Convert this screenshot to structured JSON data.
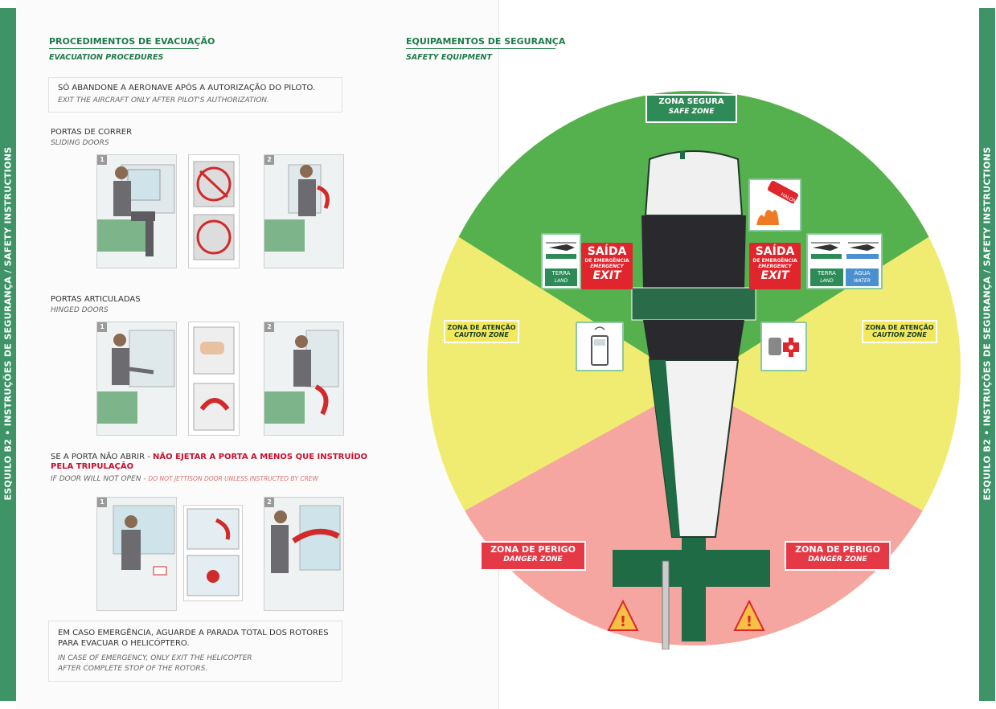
{
  "side_band": "ESQUILO B2 • INSTRUÇÕES DE SEGURANÇA / SAFETY INSTRUCTIONS",
  "left": {
    "title": "PROCEDIMENTOS DE EVACUAÇÃO",
    "subtitle": "EVACUATION PROCEDURES",
    "notice_pt": "SÓ ABANDONE A AERONAVE APÓS A AUTORIZAÇÃO DO PILOTO.",
    "notice_en": "EXIT THE AIRCRAFT ONLY AFTER PILOT'S AUTHORIZATION.",
    "sliding_pt": "PORTAS DE CORRER",
    "sliding_en": "SLIDING DOORS",
    "hinged_pt": "PORTAS ARTICULADAS",
    "hinged_en": "HINGED DOORS",
    "nodoor_pt_a": "SE A PORTA NÃO ABRIR - ",
    "nodoor_pt_b": "NÃO EJETAR A PORTA A MENOS QUE INSTRUÍDO",
    "nodoor_pt_c": "PELA TRIPULAÇÃO",
    "nodoor_en_a": "IF DOOR WILL NOT OPEN - ",
    "nodoor_en_b": "DO NOT JETTISON DOOR UNLESS INSTRUCTED BY CREW",
    "step1": "1",
    "step2": "2",
    "emergency_pt_1": "EM CASO EMERGÊNCIA, AGUARDE A PARADA TOTAL DOS ROTORES",
    "emergency_pt_2": "PARA EVACUAR O HELICÓPTERO.",
    "emergency_en_1": "IN CASE OF EMERGENCY, ONLY EXIT THE HELICOPTER",
    "emergency_en_2": "AFTER COMPLETE STOP OF THE ROTORS."
  },
  "right": {
    "title": "EQUIPAMENTOS DE SEGURANÇA",
    "subtitle": "SAFETY EQUIPMENT",
    "safe_pt": "ZONA SEGURA",
    "safe_en": "SAFE ZONE",
    "caution_pt": "ZONA DE ATENÇÃO",
    "caution_en": "CAUTION ZONE",
    "danger_pt": "ZONA DE PERIGO",
    "danger_en": "DANGER ZONE",
    "exit_pt": "SAÍDA",
    "exit_sub_pt": "DE EMERGÊNCIA",
    "exit_sub_en": "EMERGENCY",
    "exit_en": "EXIT",
    "land_pt": "TERRA",
    "land_en": "LAND",
    "water_pt": "ÁGUA",
    "water_en": "WATER",
    "halon": "HALON"
  },
  "colors": {
    "green_zone": "#55b04e",
    "yellow_zone": "#f0ec72",
    "red_zone": "#f6a6a0",
    "brand_green": "#1f7b4a",
    "exit_red": "#e0262c"
  }
}
